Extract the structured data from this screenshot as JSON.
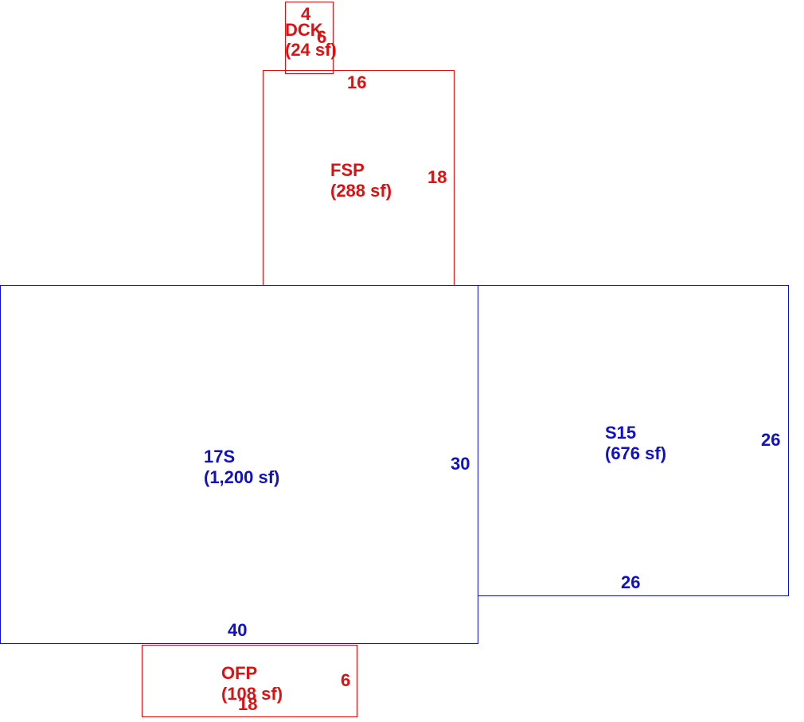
{
  "colors": {
    "living": "#1010c8",
    "exterior": "#e01010"
  },
  "areas": {
    "dck": {
      "code": "DCK",
      "area": "(24 sf)",
      "dim_top": "4",
      "dim_side": "6"
    },
    "fsp": {
      "code": "FSP",
      "area": "(288 sf)",
      "dim_top": "16",
      "dim_side": "18"
    },
    "main": {
      "code": "17S",
      "area": "(1,200 sf)",
      "dim_side": "30",
      "dim_bottom": "40"
    },
    "s15": {
      "code": "S15",
      "area": "(676 sf)",
      "dim_side": "26",
      "dim_bottom": "26"
    },
    "ofp": {
      "code": "OFP",
      "area": "(108 sf)",
      "dim_side": "6",
      "dim_bottom": "18"
    }
  }
}
